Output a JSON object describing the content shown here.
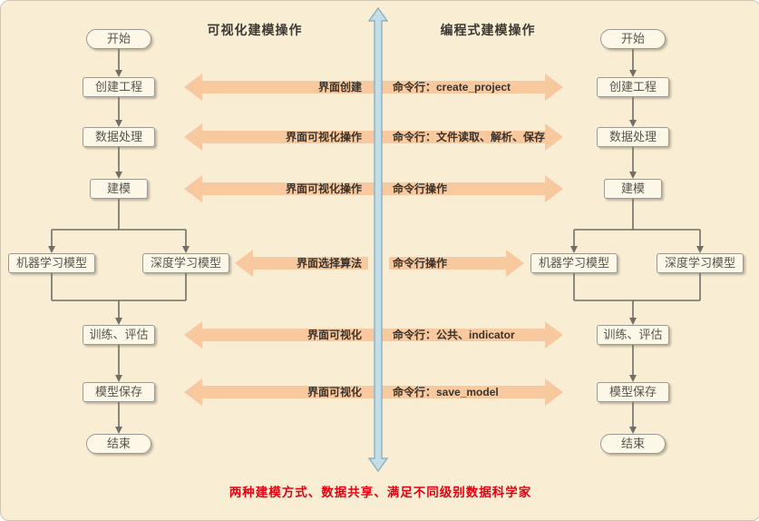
{
  "headers": {
    "left": "可视化建模操作",
    "right": "编程式建模操作"
  },
  "left_flow": {
    "start": "开始",
    "create_project": "创建工程",
    "data_processing": "数据处理",
    "modeling": "建模",
    "ml_model": "机器学习模型",
    "dl_model": "深度学习模型",
    "train_eval": "训练、评估",
    "save_model": "模型保存",
    "end": "结束"
  },
  "right_flow": {
    "start": "开始",
    "create_project": "创建工程",
    "data_processing": "数据处理",
    "modeling": "建模",
    "ml_model": "机器学习模型",
    "dl_model": "深度学习模型",
    "train_eval": "训练、评估",
    "save_model": "模型保存",
    "end": "结束"
  },
  "bridge_rows": [
    {
      "left_label": "界面创建",
      "right_label": "命令行：create_project"
    },
    {
      "left_label": "界面可视化操作",
      "right_label": "命令行：文件读取、解析、保存"
    },
    {
      "left_label": "界面可视化操作",
      "right_label": "命令行操作"
    },
    {
      "left_label": "界面选择算法",
      "right_label": "命令行操作"
    },
    {
      "left_label": "界面可视化",
      "right_label": "命令行：公共、indicator"
    },
    {
      "left_label": "界面可视化",
      "right_label": "命令行：save_model"
    }
  ],
  "footer": "两种建模方式、数据共享、满足不同级别数据科学家",
  "colors": {
    "background": "#f9edd3",
    "arrow_fill": "#f8c89e",
    "divider_fill": "#c3dee6",
    "divider_stroke": "#8fb3c0",
    "footer_text": "#e60012",
    "node_fill": "#fdf7e8",
    "node_border": "#9a9a94"
  }
}
